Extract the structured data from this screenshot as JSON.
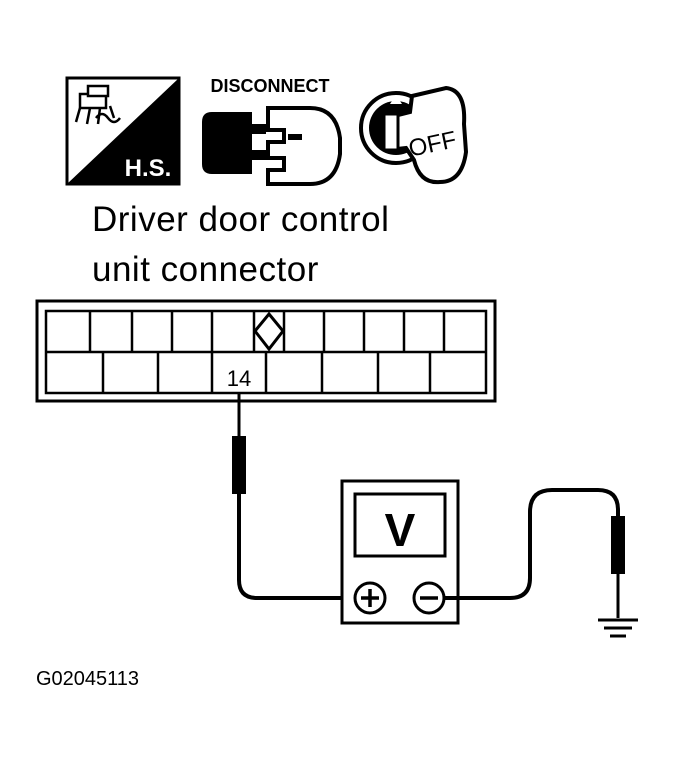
{
  "icons": {
    "hs": {
      "label": "H.S.",
      "icon": "harness-sensor-icon"
    },
    "disconnect": {
      "label": "DISCONNECT",
      "icon": "connector-disconnect-icon"
    },
    "ignition": {
      "label": "OFF",
      "icon": "ignition-key-icon"
    }
  },
  "title": {
    "line1": "Driver door control",
    "line2": "unit connector"
  },
  "connector": {
    "terminal": "14",
    "top_row_cells": 10,
    "bottom_row_cells": 8
  },
  "meter": {
    "label": "V",
    "plus": "+",
    "minus": "−"
  },
  "figure_id": "G02045113",
  "colors": {
    "ink": "#000000",
    "paper": "#ffffff"
  }
}
